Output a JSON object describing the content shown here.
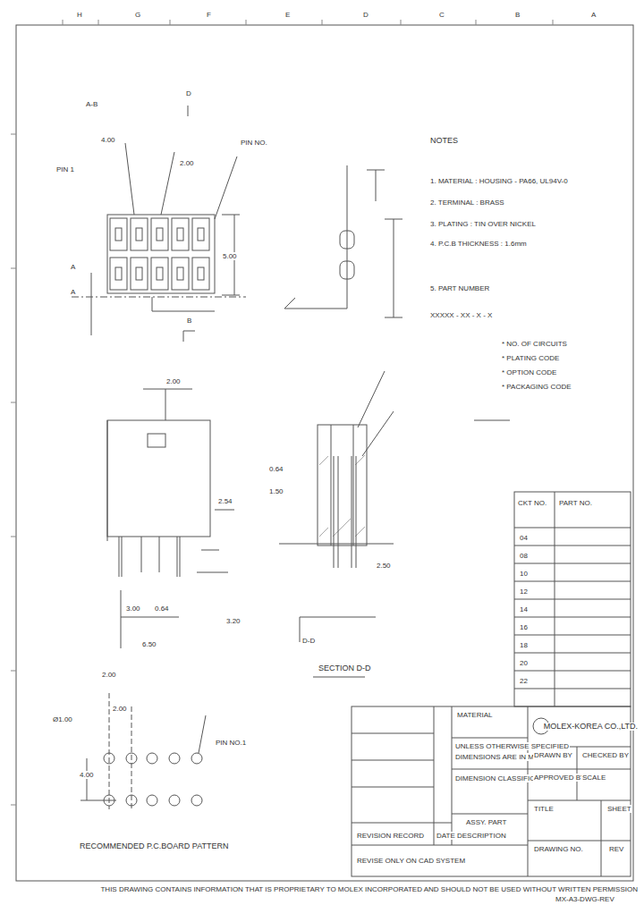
{
  "diagram": {
    "labels": [
      "H",
      "G",
      "F",
      "E",
      "D",
      "C",
      "B",
      "A",
      "NOTES",
      "1. MATERIAL : HOUSING - PA66, UL94V-0",
      "2. TERMINAL : BRASS",
      "3. PLATING : TIN OVER NICKEL",
      "4. P.C.B THICKNESS : 1.6mm",
      "5. PART NUMBER",
      "XXXXX - XX - X - X",
      "* NO. OF CIRCUITS",
      "* PLATING CODE",
      "* OPTION CODE",
      "* PACKAGING CODE",
      "PIN 1",
      "A-B",
      "D",
      "4.00",
      "2.00",
      "PIN NO.",
      "A",
      "A",
      "B",
      "5.00",
      "2.00",
      "2.54",
      "3.00",
      "0.64",
      "6.50",
      "3.20",
      "SECTION D-D",
      "0.64",
      "1.50",
      "D-D",
      "2.50",
      "2.00",
      "Ø1.00",
      "2.00",
      "4.00",
      "PIN NO.1",
      "RECOMMENDED P.C.BOARD PATTERN",
      "CKT NO.",
      "PART NO.",
      "04",
      "08",
      "10",
      "12",
      "14",
      "16",
      "18",
      "20",
      "22",
      "MATERIAL",
      "MOLEX-KOREA CO.,LTD.",
      "UNLESS OTHERWISE SPECIFIED",
      "DIMENSIONS ARE IN MM",
      "DIMENSION CLASSIFICATION",
      "DRAWN BY",
      "CHECKED BY",
      "APPROVED BY",
      "SCALE",
      "TITLE",
      "SHEET",
      "DRAWING NO.",
      "REV",
      "ASSY. PART",
      "DESCRIPTION",
      "REVISION RECORD",
      "DATE",
      "REVISE ONLY ON CAD SYSTEM",
      "THIS DRAWING CONTAINS INFORMATION THAT IS PROPRIETARY TO MOLEX INCORPORATED AND SHOULD NOT BE USED WITHOUT WRITTEN PERMISSION",
      "MX-A3-DWG-REV"
    ]
  }
}
